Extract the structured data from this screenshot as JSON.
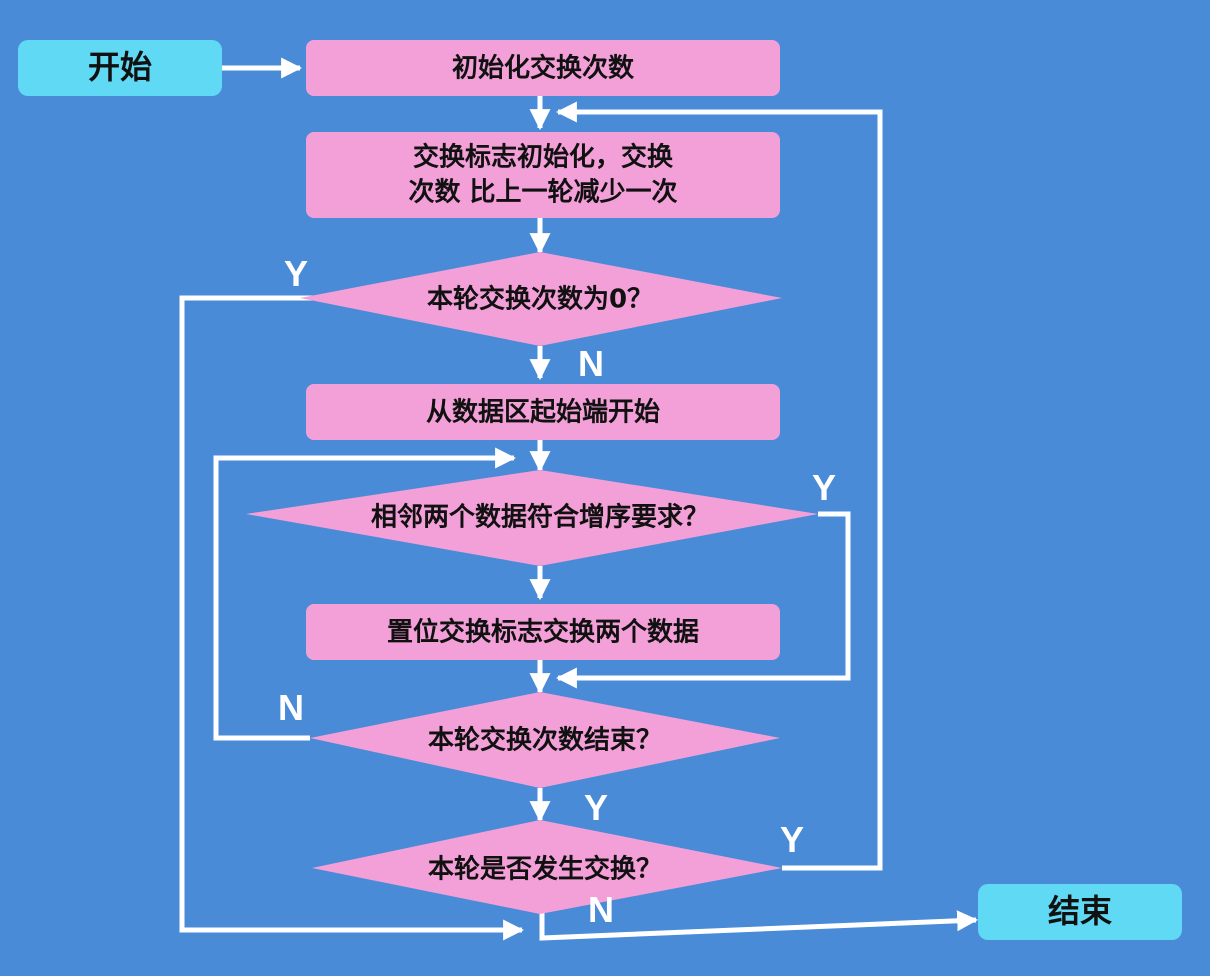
{
  "colors": {
    "background": "#4a8bd8",
    "process_fill": "#f3a0d8",
    "terminal_fill": "#5fd9f4",
    "arrow": "#ffffff",
    "text": "#111111",
    "branch_label": "#ffffff"
  },
  "nodes": {
    "start": "开始",
    "init_count": "初始化交换次数",
    "init_flag_line1": "交换标志初始化，交换",
    "init_flag_line2": "次数 比上一轮减少一次",
    "check_zero": "本轮交换次数为0？",
    "from_start": "从数据区起始端开始",
    "check_order": "相邻两个数据符合增序要求？",
    "set_flag_swap": "置位交换标志交换两个数据",
    "check_round_end": "本轮交换次数结束？",
    "check_swapped": "本轮是否发生交换？",
    "end": "结束"
  },
  "branch_labels": {
    "zero_yes": "Y",
    "zero_no": "N",
    "order_yes": "Y",
    "round_no": "N",
    "round_yes": "Y",
    "swapped_yes": "Y",
    "swapped_no": "N"
  }
}
